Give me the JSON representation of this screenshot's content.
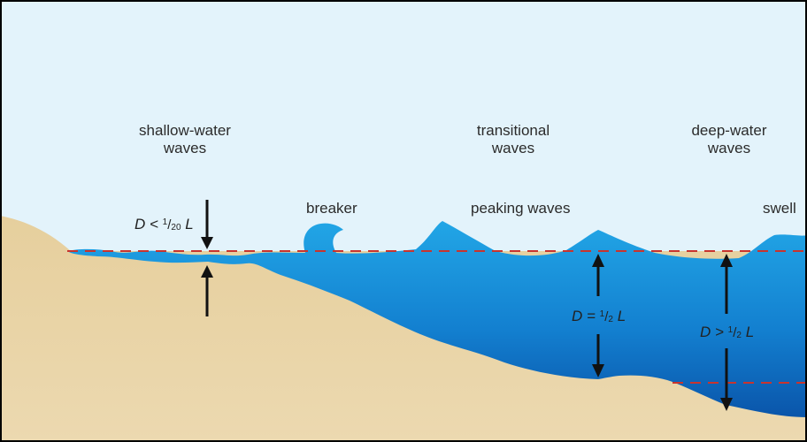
{
  "labels": {
    "shallow": [
      "shallow-water",
      "waves"
    ],
    "transitional": [
      "transitional",
      "waves"
    ],
    "deep": [
      "deep-water",
      "waves"
    ],
    "breaker": "breaker",
    "peaking": "peaking waves",
    "swell": "swell"
  },
  "equations": {
    "shallow": {
      "lhs": "D <",
      "num": "1",
      "den": "20",
      "var": "L"
    },
    "transitional": {
      "lhs": "D =",
      "num": "1",
      "den": "2",
      "var": "L"
    },
    "deep": {
      "lhs": "D >",
      "num": "1",
      "den": "2",
      "var": "L"
    }
  },
  "colors": {
    "sky": "#e3f3fb",
    "sand": "#e9d4a8",
    "water_light": "#1e9fe2",
    "water_dark": "#0a5cb0",
    "reference_line": "#c8342e",
    "arrow": "#111111",
    "frame": "#000000"
  }
}
